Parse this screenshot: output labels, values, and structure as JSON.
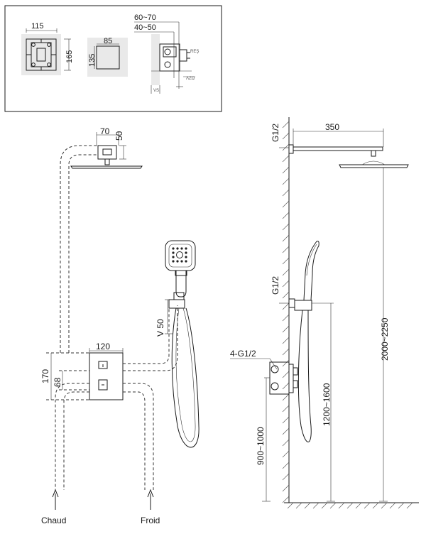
{
  "inset": {
    "box_width": "115",
    "box_height": "165",
    "plate_width": "85",
    "plate_height": "135",
    "side_top_1": "60~70",
    "side_top_2": "40~50",
    "side_mini_1": "REŞ",
    "side_mini_2": "ΛZΩ",
    "side_mini_3": "VS"
  },
  "front": {
    "head_width": "70",
    "head_height": "50",
    "hand_height": "V 50",
    "valve_width": "120",
    "valve_height_total": "170",
    "valve_height_inner": "68",
    "hot_label": "Chaud",
    "cold_label": "Froid"
  },
  "side": {
    "top_thread": "G1/2",
    "arm_length": "350",
    "hand_thread": "G1/2",
    "valve_threads": "4-G1/2",
    "head_height_range": "2000~2250",
    "hand_height_range": "1200~1600",
    "valve_height_range": "900~1000"
  }
}
